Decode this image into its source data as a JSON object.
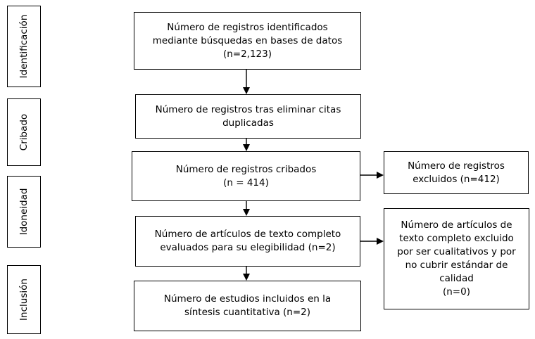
{
  "stages": [
    {
      "label": "Identificación"
    },
    {
      "label": "Cribado"
    },
    {
      "label": "Idoneidad"
    },
    {
      "label": "Inclusión"
    }
  ],
  "boxes": {
    "identified": "Número de registros identificados\nmediante búsquedas en bases de datos\n(n=2,123)",
    "after_duplicates": "Número de registros tras eliminar citas\nduplicadas",
    "screened": "Número de registros cribados\n(n = 414)",
    "excluded_records": "Número de registros\nexcluidos (n=412)",
    "fulltext_assessed": "Número de artículos de texto completo\nevaluados para su elegibilidad (n=2)",
    "fulltext_excluded": "Número de artículos de\ntexto completo excluido\npor ser cualitativos y por\nno cubrir estándar de\ncalidad\n(n=0)",
    "included": "Número de estudios incluidos en la\nsíntesis cuantitativa (n=2)"
  }
}
